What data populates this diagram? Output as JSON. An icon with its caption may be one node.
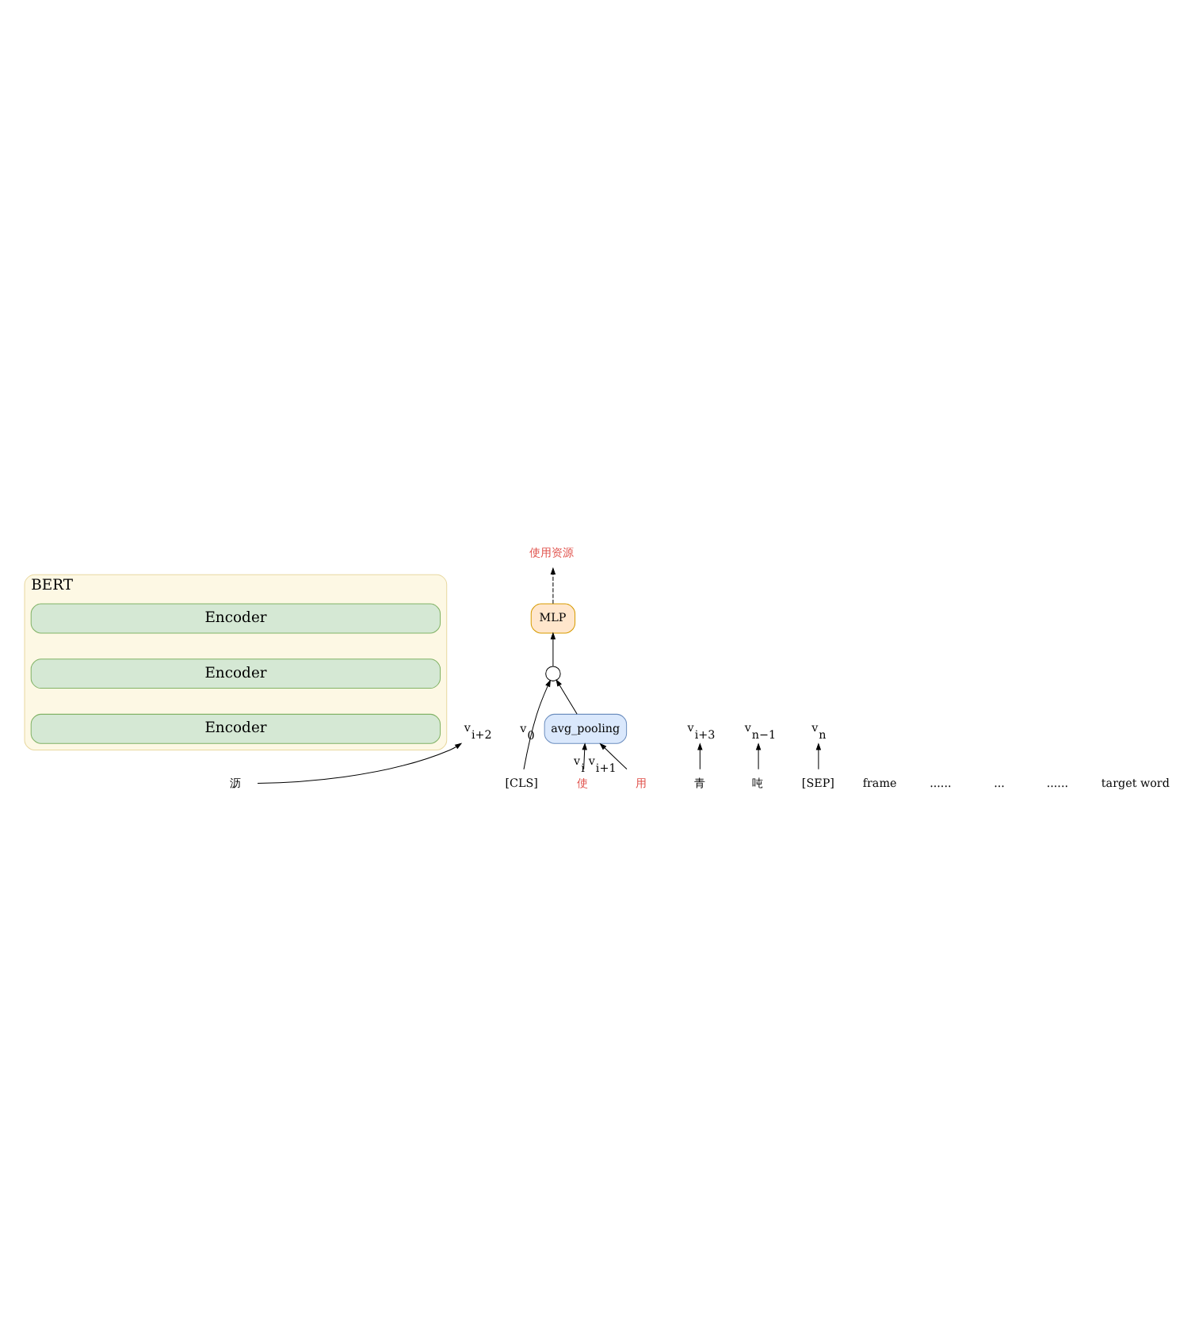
{
  "diagram": {
    "nodes": [
      {
        "text": [
          "BERT"
        ]
      },
      {
        "text": [
          "Encoder"
        ],
        "in": 0
      },
      {
        "text": [
          "Encoder"
        ],
        "in": 0
      },
      {
        "text": [
          "Encoder"
        ],
        "in": 0
      },
      {
        "text": [
          "[CLS]"
        ]
      },
      {
        "text": [
          "使"
        ]
      },
      {
        "text": [
          "用"
        ]
      },
      {
        "text": [
          "沥"
        ]
      },
      {
        "text": [
          "青"
        ]
      },
      {
        "text": [
          "吨"
        ]
      },
      {
        "text": [
          "[SEP]"
        ]
      },
      {
        "text": [
          "avg_pooling"
        ]
      },
      {
        "text": [],
        "shape": "circle"
      },
      {
        "text": [
          "MLP"
        ]
      },
      {
        "text": [
          "使用资源"
        ]
      },
      {
        "text": [
          "v$_{i+2}$"
        ]
      },
      {
        "text": [
          "v$_{i+3}$"
        ]
      },
      {
        "text": [
          "v$_{n−1}$"
        ]
      },
      {
        "text": [
          "v$_{n}$"
        ]
      }
    ],
    "edges": [
      {
        "from": 4,
        "to": 12,
        "arrow": "to",
        "label": "v$_{0}$"
      },
      {
        "from": 5,
        "to": 11,
        "arrow": "to",
        "label": "v$_{i}$"
      },
      {
        "from": 6,
        "to": 11,
        "arrow": "to",
        "label": "v$_{i+1}$"
      },
      {
        "from": 7,
        "to": 15,
        "arrow": "to"
      },
      {
        "from": 8,
        "to": 16,
        "arrow": "to"
      },
      {
        "from": 9,
        "to": 17,
        "arrow": "to"
      },
      {
        "from": 10,
        "to": 18,
        "arrow": "to"
      },
      {
        "from": 11,
        "to": 12,
        "arrow": "to"
      },
      {
        "from": 12,
        "to": 13,
        "arrow": "to"
      },
      {
        "from": 13,
        "to": 14,
        "arrow": "to",
        "style": "dashed"
      }
    ],
    "labels": [
      "frame",
      "......",
      "...",
      "......",
      "target word"
    ]
  }
}
